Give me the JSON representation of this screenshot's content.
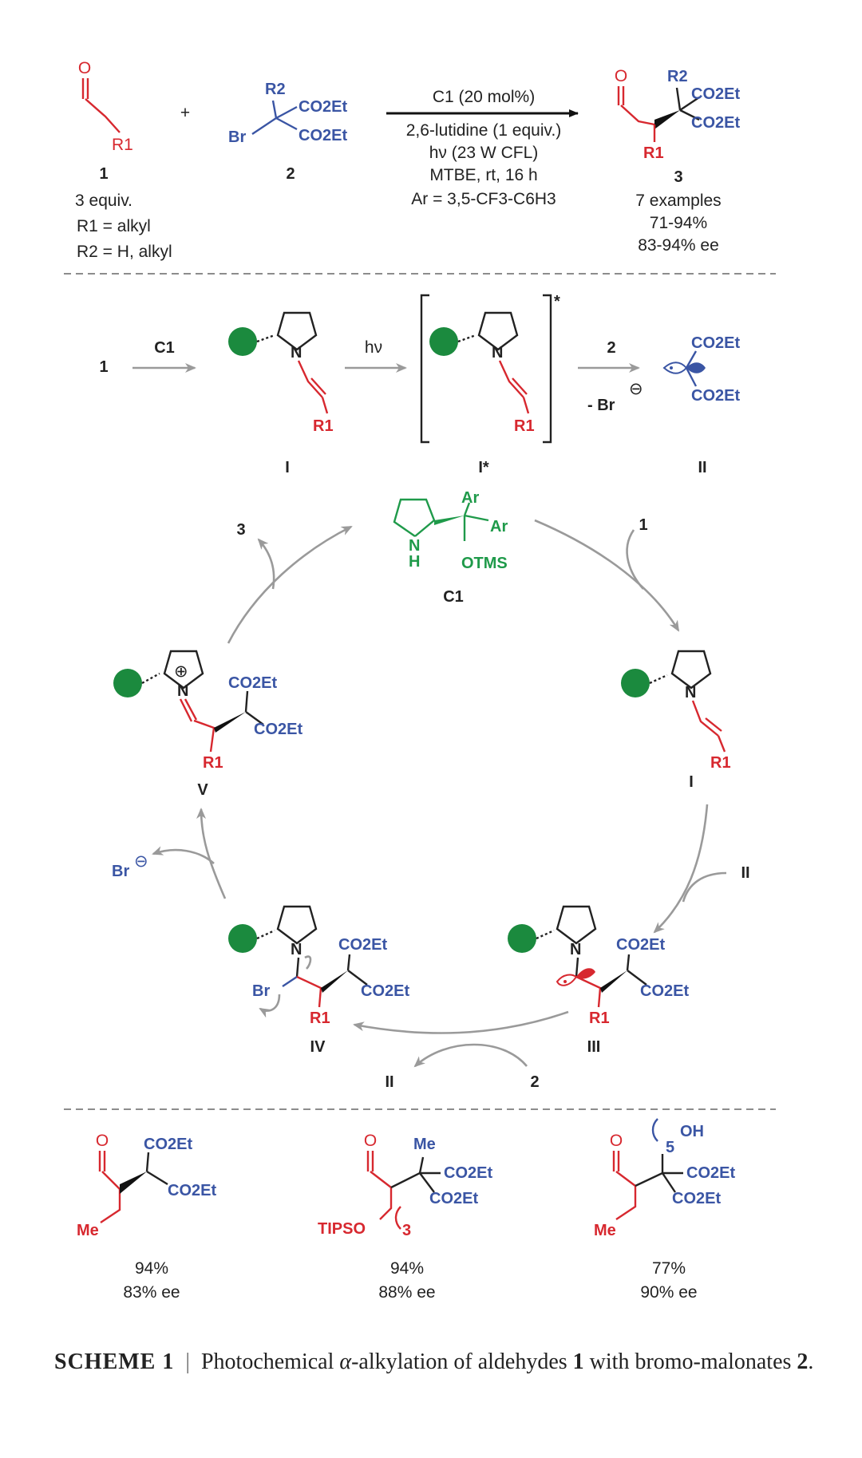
{
  "top": {
    "aldehyde": {
      "o": "O",
      "r": "R1",
      "num": "1",
      "equiv": "3 equiv.",
      "r1_def": "R1 = alkyl",
      "r2_def": "R2 = H, alkyl"
    },
    "plus": "+",
    "bromomalonate": {
      "r2": "R2",
      "br": "Br",
      "co2et": "CO2Et",
      "num": "2"
    },
    "conditions": [
      "C1 (20 mol%)",
      "2,6-lutidine (1 equiv.)",
      "hν (23 W CFL)",
      "MTBE, rt, 16 h",
      "Ar = 3,5-CF3-C6H3"
    ],
    "product": {
      "o": "O",
      "r2": "R2",
      "co2et": "CO2Et",
      "r1": "R1",
      "num": "3",
      "examples": "7 examples",
      "yield": "71-94%",
      "ee": "83-94% ee"
    }
  },
  "mechanism": {
    "start_num": "1",
    "arrow1_label": "C1",
    "enamine_label": "I",
    "arrow2_label": "hν",
    "excited_label": "I*",
    "excited_star": "*",
    "arrow3_top": "2",
    "arrow3_bottom": "- Br",
    "radical_label": "II",
    "co2et": "CO2Et",
    "r1": "R1",
    "n": "N"
  },
  "cycle": {
    "catalyst": {
      "ar": "Ar",
      "otms": "OTMS",
      "nh": "N",
      "h": "H",
      "label": "C1"
    },
    "in_1": "1",
    "out_3": "3",
    "in_II": "II",
    "iminium_label": "V",
    "enamine_label": "I",
    "radical_adduct_label": "III",
    "bromide_label": "IV",
    "br_out": "Br",
    "br_atom": "Br",
    "bottom_in": "2",
    "bottom_out": "II",
    "plus_sign": "⊕",
    "minus_sign": "⊖"
  },
  "examples": [
    {
      "o": "O",
      "co2et": "CO2Et",
      "sub": "Me",
      "yield": "94%",
      "ee": "83% ee"
    },
    {
      "o": "O",
      "top": "Me",
      "co2et": "CO2Et",
      "sub": "TIPSO",
      "n": "3",
      "yield": "94%",
      "ee": "88% ee"
    },
    {
      "o": "O",
      "top": "OH",
      "n": "5",
      "co2et": "CO2Et",
      "sub": "Me",
      "yield": "77%",
      "ee": "90% ee"
    }
  ],
  "caption": {
    "label": "SCHEME 1",
    "separator": "|",
    "text_a": "Photochemical ",
    "alpha": "α",
    "text_b": "-alkylation of aldehydes ",
    "num1": "1",
    "text_c": " with bromo-malonates ",
    "num2": "2",
    "text_d": "."
  },
  "colors": {
    "red": "#d7282f",
    "blue": "#3a55a4",
    "green": "#1f9a4a",
    "grey_arrow": "#9a9a9a"
  }
}
